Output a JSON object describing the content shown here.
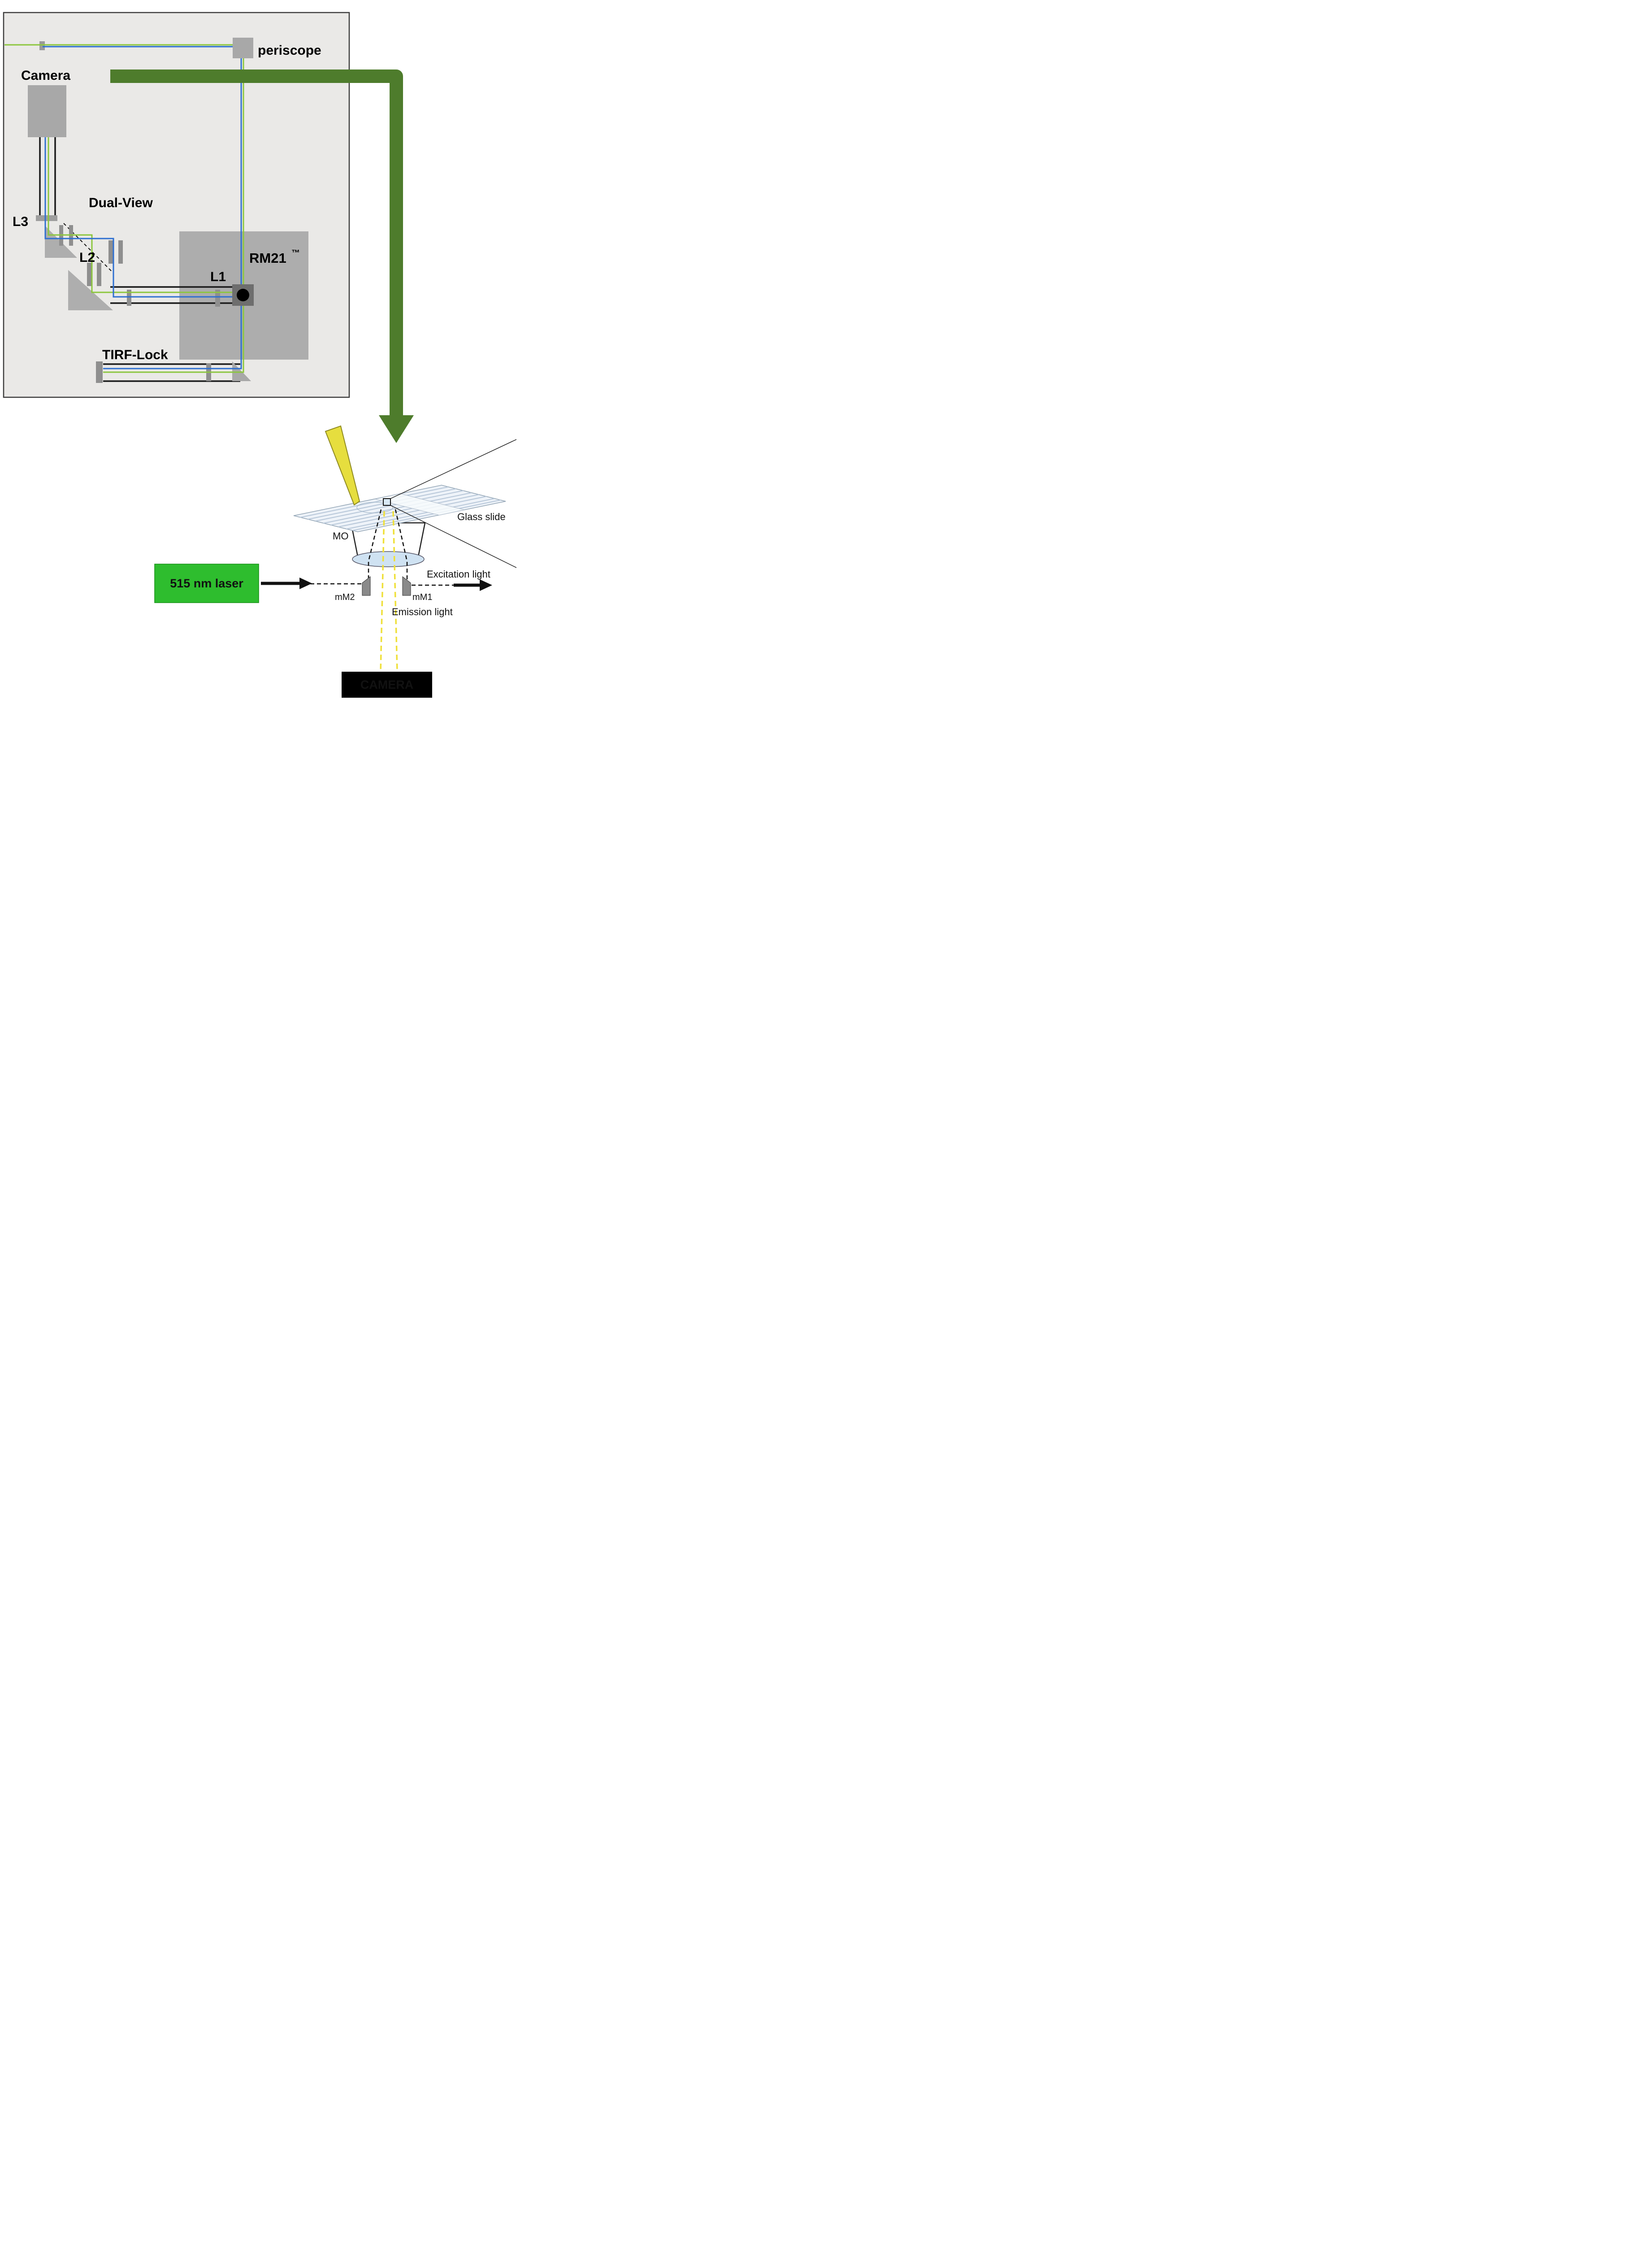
{
  "figure": {
    "panel": {
      "periscope": "periscope",
      "camera": "Camera",
      "dual_view": "Dual-View",
      "l1": "L1",
      "l2": "L2",
      "l3": "L3",
      "rm21": "RM21",
      "rm21_tm": "™",
      "tirf_lock": "TIRF-Lock"
    },
    "microscope": {
      "glass_slide": "Glass slide",
      "mo": "MO",
      "laser": "515 nm laser",
      "mm2": "mM2",
      "mm1": "mM1",
      "excitation": "Excitation light",
      "emission": "Emission light",
      "camera": "CAMERA"
    },
    "colors": {
      "beam_green": "#8cc63e",
      "beam_blue": "#2e6fd0",
      "flow_arrow": "#4e7c2c",
      "laser_box": "#2ebd2e",
      "laser_text": "#ffff00",
      "emission_yellow": "#efe03a",
      "camera_text": "#ffe600"
    }
  }
}
